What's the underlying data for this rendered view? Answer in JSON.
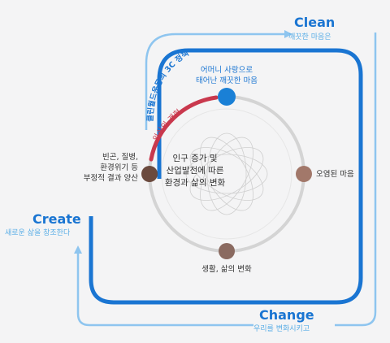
{
  "colors": {
    "outer_dark": "#1a75d2",
    "outer_light": "#8ec5ef",
    "ring": "#d4d4d4",
    "awareness_arc": "#c9384d",
    "node_blue": "#1a80d6",
    "node_brown": "#6b4a3e",
    "node_brown_light": "#a2786a",
    "node_taupe": "#8a6a60",
    "accent_text": "#1a75d2",
    "light_text": "#5aaee6"
  },
  "phases": {
    "clean": {
      "title": "Clean",
      "subtitle": "깨끗한 마음은"
    },
    "create": {
      "title": "Create",
      "subtitle": "새로운 삶을 창조한다"
    },
    "change": {
      "title": "Change",
      "subtitle": "우리를 변화시키고"
    }
  },
  "policy_label": "클린월드운동의 3C 정책",
  "awareness_label": "의식의 개혁",
  "center": {
    "lines": [
      "인구 증가 및",
      "산업발전에 따른",
      "환경과 삶의 변화"
    ]
  },
  "nodes": {
    "top": {
      "lines": [
        "어머니 사랑으로",
        "태어난 깨끗한 마음"
      ]
    },
    "left": {
      "lines": [
        "빈곤, 질병,",
        "환경위기 등",
        "부정적 결과 양산"
      ]
    },
    "right": {
      "label": "오염된 마음"
    },
    "bottom": {
      "label": "생활, 삶의 변화"
    }
  }
}
